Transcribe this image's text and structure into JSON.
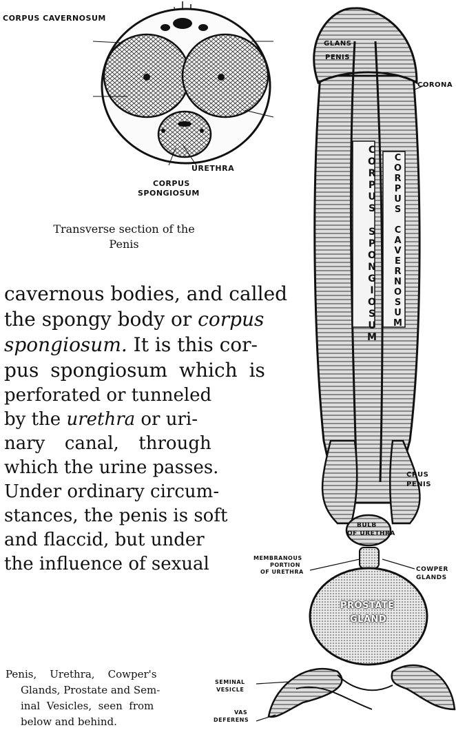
{
  "cross_section": {
    "label_corpus_cavernosum": "CORPUS CAVERNOSUM",
    "label_urethra": "URETHRA",
    "label_corpus_line1": "CORPUS",
    "label_spongiosum_line2": "SPONGIOSUM",
    "caption_line1": "Transverse section of the",
    "caption_line2": "Penis"
  },
  "body_text": {
    "lines": [
      "cavernous bodies, and called",
      "the spongy body or ",
      "spongiosum.",
      "pus spongiosum which is",
      "perforated or tunneled",
      "by the ",
      "nary  canal,  through",
      "which the urine passes.",
      "Under ordinary circum-",
      "stances, the penis is soft",
      "and flaccid, but under",
      "the influence of sexual"
    ],
    "italic_corpus": "corpus",
    "line3_rest": " It is this cor-",
    "italic_urethra": "urethra",
    "line6_rest": " or uri-"
  },
  "figure": {
    "label_glans": "GLANS",
    "label_penis": "PENIS",
    "label_corona": "CORONA",
    "label_corpus_spongiosum": "CORPUS SPONGIOSUM",
    "label_corpus_cavernosum": "CORPUS CAVERNOSUM",
    "label_crus": "CRUS",
    "label_crus_penis": "PENIS",
    "label_bulb": "BULB",
    "label_of_urethra": "OF URETHRA",
    "label_membranous_1": "MEMBRANOUS",
    "label_membranous_2": "PORTION",
    "label_membranous_3": "OF URETHRA",
    "label_cowpers_1": "COWPER",
    "label_cowpers_2": "GLANDS",
    "label_prostate_1": "PROSTATE",
    "label_prostate_2": "GLAND",
    "label_seminal_1": "SEMINAL",
    "label_seminal_2": "VESICLE",
    "label_vas_1": "VAS",
    "label_vas_2": "DEFERENS"
  },
  "bottom_caption": {
    "line1": "Penis,    Urethra,    Cowper's",
    "line2": "Glands, Prostate and Sem-",
    "line3": "inal  Vesicles,  seen  from",
    "line4": "below and behind."
  }
}
